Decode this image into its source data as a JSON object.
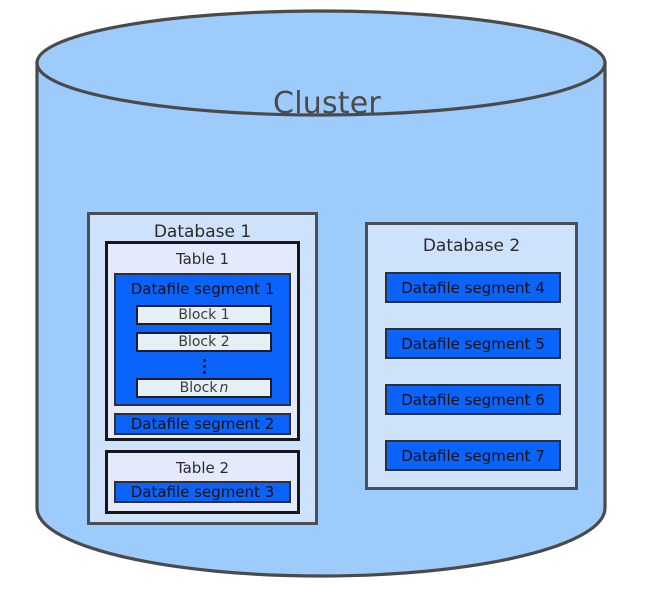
{
  "diagram": {
    "type": "cylinder-nested-boxes",
    "title": "Cluster",
    "colors": {
      "cylinder_fill": "#9ccbfc",
      "cylinder_stroke": "#4a4a4a",
      "database_fill": "#cfe2fb",
      "database_stroke": "#4a4f57",
      "table_fill": "#e4eafb",
      "table_stroke": "#16161d",
      "segment_fill": "#0a63fa",
      "segment_stroke": "#2f2f36",
      "block_fill": "#e6eff4",
      "block_stroke": "#1d1d22",
      "text": "#2b2b2b"
    },
    "databases": [
      {
        "label": "Database 1",
        "tables": [
          {
            "label": "Table 1",
            "segments": [
              {
                "label": "Datafile segment 1",
                "blocks": [
                  {
                    "label": "Block 1"
                  },
                  {
                    "label": "Block 2"
                  },
                  {
                    "label": "Block",
                    "suffix": "n",
                    "italic_suffix": true
                  }
                ],
                "ellipsis": "vertical-dots"
              },
              {
                "label": "Datafile segment 2",
                "blocks": []
              }
            ]
          },
          {
            "label": "Table 2",
            "segments": [
              {
                "label": "Datafile segment 3",
                "blocks": []
              }
            ]
          }
        ]
      },
      {
        "label": "Database 2",
        "tables": [],
        "segments": [
          {
            "label": "Datafile segment 4"
          },
          {
            "label": "Datafile segment 5"
          },
          {
            "label": "Datafile segment 6"
          },
          {
            "label": "Datafile segment 7"
          }
        ]
      }
    ]
  }
}
